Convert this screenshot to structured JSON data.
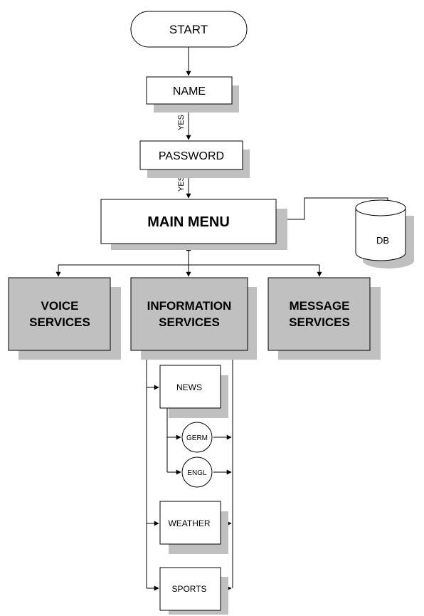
{
  "nodes": {
    "start": "START",
    "name": "NAME",
    "password": "PASSWORD",
    "main_menu": "MAIN MENU",
    "db": "DB",
    "voice_1": "VOICE",
    "voice_2": "SERVICES",
    "info_1": "INFORMATION",
    "info_2": "SERVICES",
    "message_1": "MESSAGE",
    "message_2": "SERVICES",
    "news": "NEWS",
    "germ": "GERM",
    "engl": "ENGL",
    "weather": "WEATHER",
    "sports": "SPORTS"
  },
  "edge_labels": {
    "name_to_password": "YES",
    "password_to_menu": "YES"
  },
  "colors": {
    "shadow": "#c0c0c0",
    "service_fill": "#c0c0c0",
    "line": "#000000"
  }
}
